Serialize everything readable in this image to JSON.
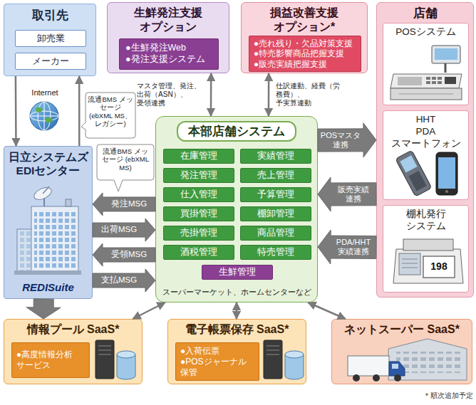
{
  "diagram": {
    "nodes": [
      {
        "text": [
          "取引先"
        ]
      },
      {
        "text": [
          "卸売業"
        ],
        "in": 0
      },
      {
        "text": [
          "メーカー"
        ],
        "in": 0
      },
      {
        "text": [
          "生鮮発注支援 オプション"
        ]
      },
      {
        "text": [
          "●生鮮発注Web",
          "●発注支援システム"
        ],
        "in": 3
      },
      {
        "text": [
          "損益改善支援 オプション*"
        ]
      },
      {
        "text": [
          "●売れ残り・欠品対策支援",
          "●特売影響商品把握支援",
          "●販売実績把握支援"
        ],
        "in": 5
      },
      {
        "text": [
          "店舗"
        ]
      },
      {
        "text": [
          "POSシステム"
        ],
        "in": 7
      },
      {
        "text": [
          "HHT PDA スマートフォン"
        ],
        "in": 7
      },
      {
        "text": [
          "棚札発行 システム"
        ],
        "in": 7
      },
      {
        "text": [
          "日立システムズ EDIセンター",
          "REDISuite"
        ]
      },
      {
        "text": [
          "本部店舗システム",
          "スーパーマーケット、ホームセンターなど"
        ]
      },
      {
        "text": [
          "在庫管理"
        ],
        "in": 12
      },
      {
        "text": [
          "実績管理"
        ],
        "in": 12
      },
      {
        "text": [
          "発注管理"
        ],
        "in": 12
      },
      {
        "text": [
          "売上管理"
        ],
        "in": 12
      },
      {
        "text": [
          "仕入管理"
        ],
        "in": 12
      },
      {
        "text": [
          "予算管理"
        ],
        "in": 12
      },
      {
        "text": [
          "買掛管理"
        ],
        "in": 12
      },
      {
        "text": [
          "棚卸管理"
        ],
        "in": 12
      },
      {
        "text": [
          "売掛管理"
        ],
        "in": 12
      },
      {
        "text": [
          "商品管理"
        ],
        "in": 12
      },
      {
        "text": [
          "酒税管理"
        ],
        "in": 12
      },
      {
        "text": [
          "特売管理"
        ],
        "in": 12
      },
      {
        "text": [
          "生鮮管理"
        ],
        "in": 12
      },
      {
        "text": [
          "情報プール SaaS*"
        ]
      },
      {
        "text": [
          "●高度情報分析 サービス"
        ],
        "in": 26
      },
      {
        "text": [
          "電子帳票保存 SaaS*"
        ]
      },
      {
        "text": [
          "●入荷伝票",
          "●POSジャーナル 保管"
        ],
        "in": 28
      },
      {
        "text": [
          "ネットスーパー SaaS*"
        ]
      }
    ],
    "edges": [
      {
        "from": 0,
        "to": 11,
        "arrow": "to"
      },
      {
        "from": 11,
        "to": 0,
        "arrow": "to"
      },
      {
        "from": 3,
        "to": 12,
        "arrow": "both",
        "label": "マスタ管理、発注、 出荷（ASN）、 受領連携"
      },
      {
        "from": 5,
        "to": 12,
        "arrow": "both",
        "label": "仕訳連動、経費（労務費）、 予実算連動"
      },
      {
        "from": 12,
        "to": 7,
        "arrow": "to",
        "label": "POSマスタ 連携"
      },
      {
        "from": 7,
        "to": 12,
        "arrow": "to",
        "label": "販売実績 連携"
      },
      {
        "from": 7,
        "to": 12,
        "arrow": "to",
        "label": "PDA/HHT 実績連携"
      },
      {
        "from": 12,
        "to": 11,
        "arrow": "to",
        "label": "発注MSG"
      },
      {
        "from": 11,
        "to": 12,
        "arrow": "to",
        "label": "出荷MSG"
      },
      {
        "from": 12,
        "to": 11,
        "arrow": "to",
        "label": "受領MSG"
      },
      {
        "from": 11,
        "to": 12,
        "arrow": "to",
        "label": "支払MSG"
      },
      {
        "from": 11,
        "to": 26,
        "arrow": "to"
      },
      {
        "from": 12,
        "to": 26,
        "arrow": "both"
      },
      {
        "from": 12,
        "to": 28,
        "arrow": "both"
      },
      {
        "from": 12,
        "to": 30,
        "arrow": "both"
      }
    ],
    "labels": [
      "Internet",
      "流通BMS メッセージ (ebXML MS、 レガシー)",
      "流通BMS メッセージ (ebXML MS)",
      "198",
      "＊順次追加予定"
    ]
  }
}
